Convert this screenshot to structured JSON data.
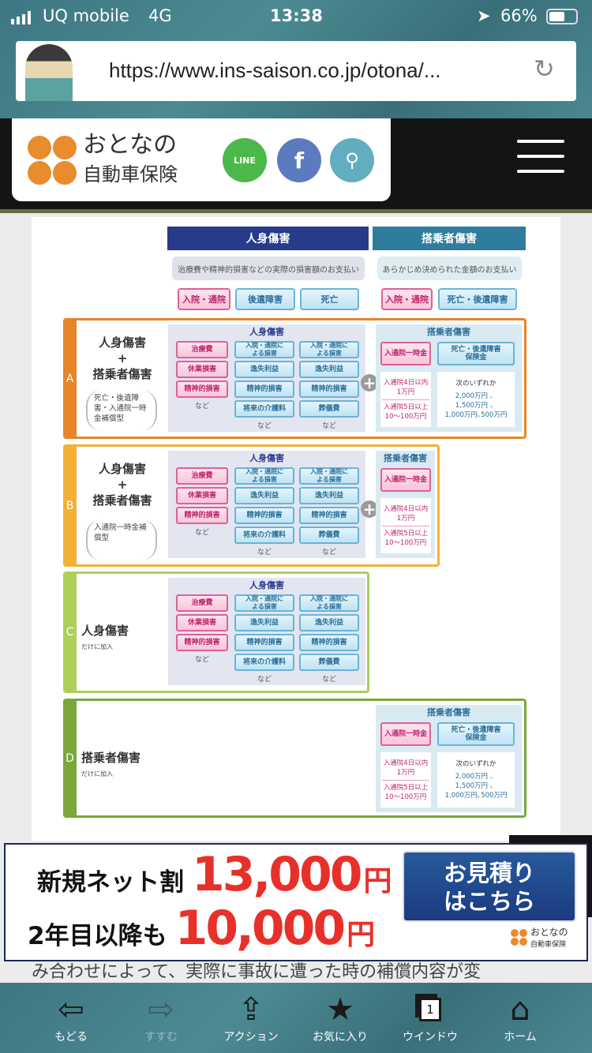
{
  "status_bar": {
    "carrier": "UQ mobile",
    "network": "4G",
    "time": "13:38",
    "battery": "66%"
  },
  "browser": {
    "url": "https://www.ins-saison.co.jp/otona/..."
  },
  "site_header": {
    "logo_line1": "おとなの",
    "logo_line2": "自動車保険",
    "line_label": "LINE",
    "facebook_label": "f"
  },
  "diagram": {
    "col_personal": {
      "title": "人身傷害",
      "desc": "治療費や精神的損害などの実際の損害額のお支払い",
      "tags": [
        "入院・通院",
        "後遺障害",
        "死亡"
      ]
    },
    "col_passenger": {
      "title": "搭乗者傷害",
      "desc": "あらかじめ決められた金額のお支払い",
      "tags": [
        "入院・通院",
        "死亡・後遺障害"
      ]
    },
    "personal_panel": {
      "header": "人身傷害",
      "col1": [
        "治療費",
        "休業損害",
        "精神的損害"
      ],
      "col2": [
        "入院・通院による損害",
        "逸失利益",
        "精神的損害",
        "将来の介護料"
      ],
      "col3": [
        "入院・通院による損害",
        "逸失利益",
        "精神的損害",
        "葬儀費"
      ],
      "etc": "など"
    },
    "passenger_panel": {
      "header": "搭乗者傷害",
      "lump": "入通院一時金",
      "lump_a": [
        "入通院4日以内",
        "1万円"
      ],
      "lump_b": [
        "入通院5日以上",
        "10～100万円"
      ],
      "death": "死亡・後遺障害保険金",
      "death_intro": "次のいずれか",
      "death_amounts": [
        "2,000万円 、",
        "1,500万円 、",
        "1,000万円､500万円"
      ]
    },
    "rows": [
      {
        "letter": "A",
        "title": [
          "人身傷害",
          "+",
          "搭乗者傷害"
        ],
        "note": "死亡・後遺障害・入通院一時金補償型",
        "color": "#e8842a"
      },
      {
        "letter": "B",
        "title": [
          "人身傷害",
          "+",
          "搭乗者傷害"
        ],
        "note": "入通院一時金補償型",
        "color": "#f2b134"
      },
      {
        "letter": "C",
        "title": [
          "人身傷害"
        ],
        "note": "だけに加入",
        "color": "#acd05a"
      },
      {
        "letter": "D",
        "title": [
          "搭乗者傷害"
        ],
        "note": "だけに加入",
        "color": "#7aa83a"
      }
    ]
  },
  "body_text": "み合わせによって、実際に事故に遭った時の補償内容が変",
  "banner": {
    "line1_label": "新規ネット割",
    "line1_amount": "13,000",
    "line2_label": "2年目以降も",
    "line2_amount": "10,000",
    "yen": "円",
    "cta": [
      "お見積り",
      "はこちら"
    ],
    "logo_line1": "おとなの",
    "logo_line2": "自動車保険"
  },
  "toolbar": [
    "もどる",
    "すすむ",
    "アクション",
    "お気に入り",
    "ウインドウ",
    "ホーム"
  ],
  "toolbar_window_count": "1"
}
